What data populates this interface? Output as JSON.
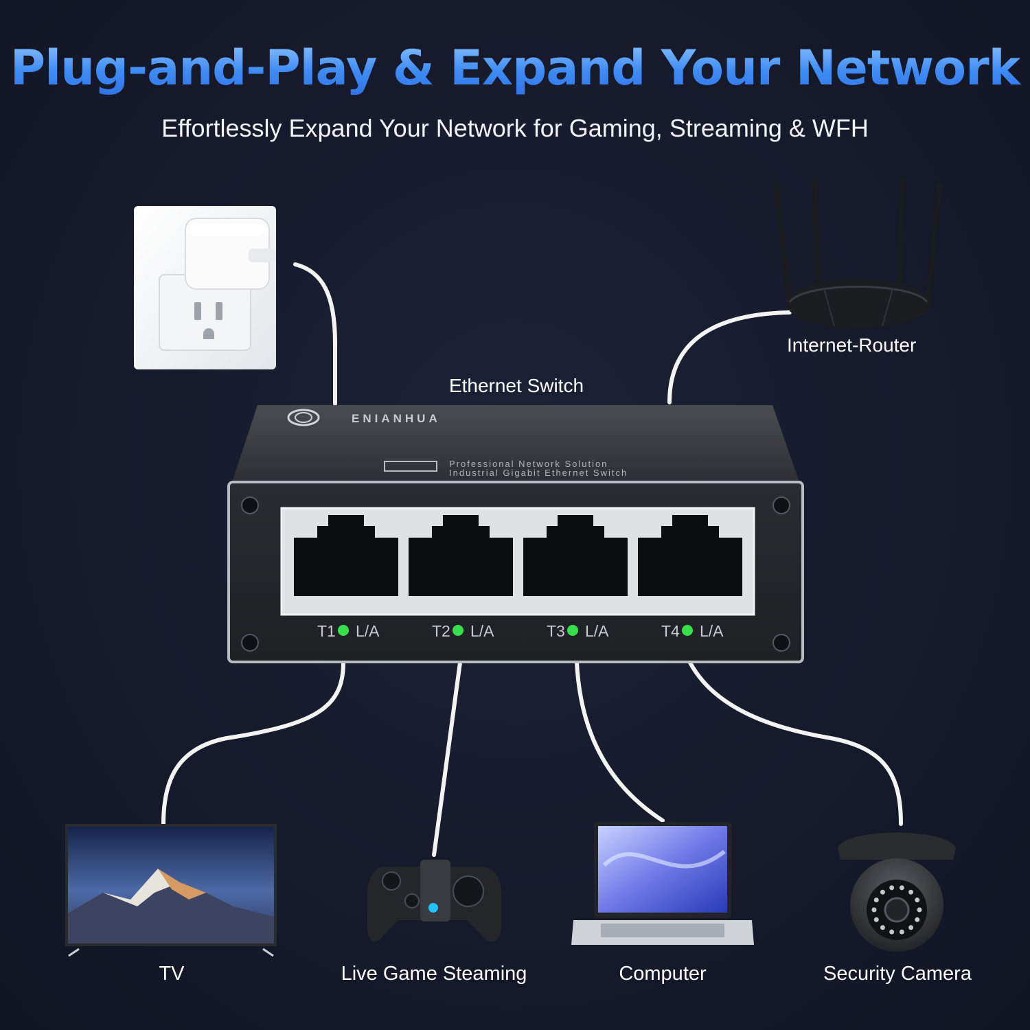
{
  "header": {
    "title": "Plug-and-Play & Expand Your Network",
    "subtitle": "Effortlessly Expand Your Network for Gaming, Streaming & WFH"
  },
  "switch": {
    "label": "Ethernet Switch",
    "brand": "ENIANHUA",
    "tagline_1": "Professional Network Solution",
    "tagline_2": "Industrial Gigabit Ethernet Switch",
    "ports": [
      {
        "name": "T1",
        "led": "L/A"
      },
      {
        "name": "T2",
        "led": "L/A"
      },
      {
        "name": "T3",
        "led": "L/A"
      },
      {
        "name": "T4",
        "led": "L/A"
      }
    ],
    "led_color": "#35e04a"
  },
  "devices": {
    "router": "Internet-Router",
    "tv": "TV",
    "gamepad": "Live Game Steaming",
    "computer": "Computer",
    "camera": "Security Camera"
  },
  "colors": {
    "title_gradient_top": "#8ec4ff",
    "title_gradient_bottom": "#2f73e6",
    "background": "#161a2b"
  }
}
